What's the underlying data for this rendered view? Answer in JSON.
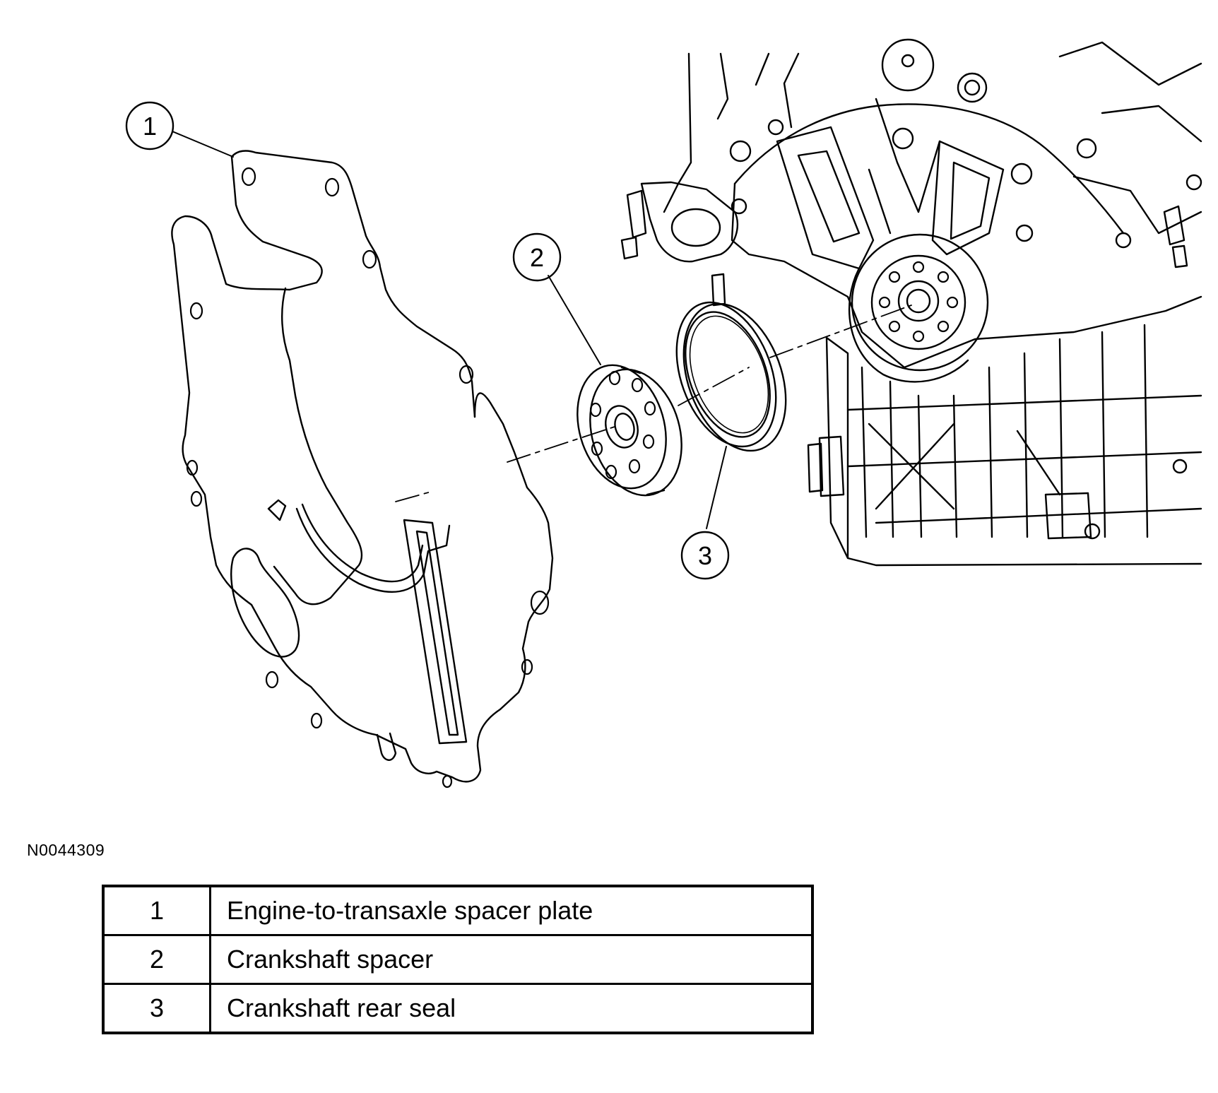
{
  "figure_id": "N0044309",
  "callouts": [
    {
      "number": "1",
      "part": "Engine-to-transaxle spacer plate"
    },
    {
      "number": "2",
      "part": "Crankshaft spacer"
    },
    {
      "number": "3",
      "part": "Crankshaft rear seal"
    }
  ],
  "colors": {
    "ink": "#000000",
    "paper": "#ffffff"
  }
}
